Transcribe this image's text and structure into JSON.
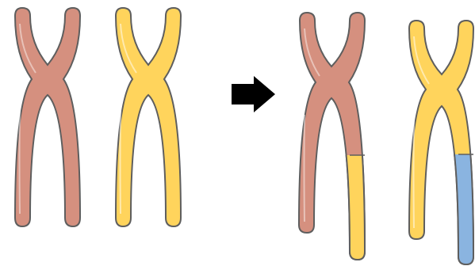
{
  "colors": {
    "salmon": "#D5907F",
    "yellow": "#FFD45C",
    "blue": "#8AB4E0",
    "outline": "#5E5E5E",
    "arrow": "#000000",
    "background": "#FFFFFF"
  },
  "icons": {
    "arrow": "right-arrow-icon"
  },
  "diagram": {
    "before": [
      {
        "id": "chromosome-salmon",
        "color": "salmon"
      },
      {
        "id": "chromosome-yellow",
        "color": "yellow"
      }
    ],
    "after": [
      {
        "id": "chromosome-salmon-translocated",
        "color": "salmon",
        "segment_color": "yellow"
      },
      {
        "id": "chromosome-yellow-translocated",
        "color": "yellow",
        "segment_color": "blue"
      }
    ]
  }
}
